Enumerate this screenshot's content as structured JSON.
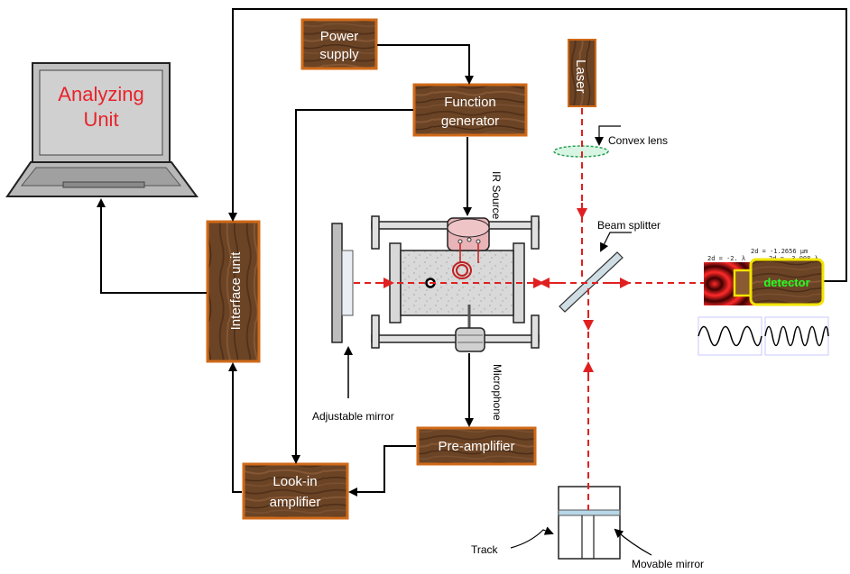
{
  "analyzing_unit": {
    "line1": "Analyzing",
    "line2": "Unit"
  },
  "power_supply": {
    "line1": "Power",
    "line2": "supply"
  },
  "function_generator": {
    "line1": "Function",
    "line2": "generator"
  },
  "interface_unit": {
    "label": "Interface unit"
  },
  "pre_amplifier": {
    "label": "Pre-amplifier"
  },
  "lockin_amplifier": {
    "line1": "Look-in",
    "line2": "amplifier"
  },
  "laser": {
    "label": "Laser"
  },
  "labels": {
    "convex_lens": "Convex lens",
    "beam_splitter": "Beam splitter",
    "ir_source": "IR Source",
    "microphone": "Microphone",
    "adjustable_mirror": "Adjustable mirror",
    "track": "Track",
    "movable_mirror": "Movable mirror"
  },
  "detector": {
    "label": "detector",
    "readout_top": "2d = -1.2656 µm",
    "readout_left": "2d = -2. λ",
    "readout_right": "2d = -3.008 λ"
  },
  "colors": {
    "box_border": "#d06a18",
    "laser_beam": "#e02020",
    "analyzing_text": "#e8232a",
    "detector_text": "#22ff22",
    "detector_border": "#f2e400"
  }
}
